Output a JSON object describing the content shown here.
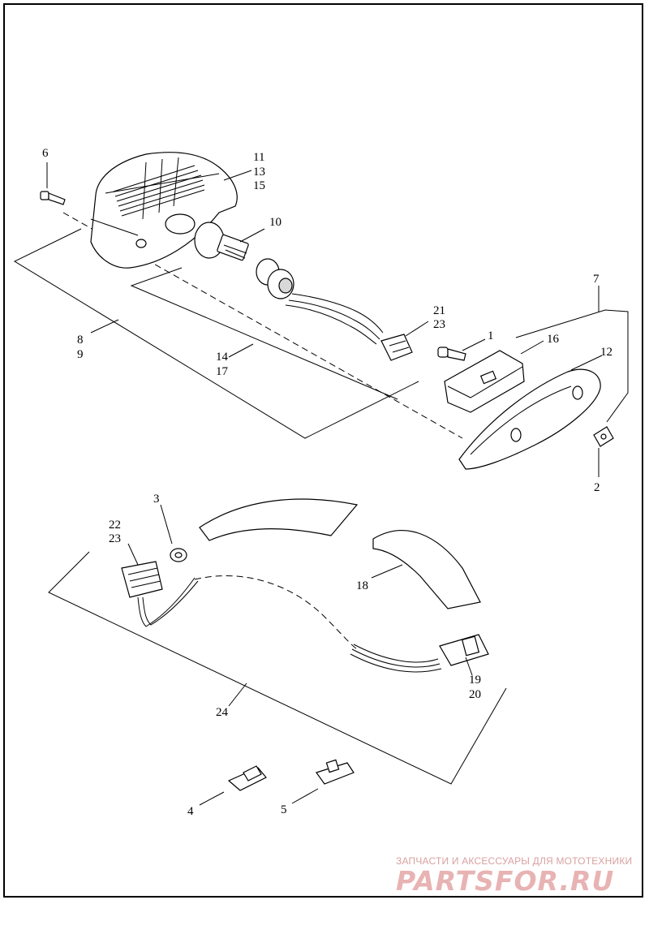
{
  "callouts": {
    "c1": "1",
    "c2": "2",
    "c3": "3",
    "c4": "4",
    "c5": "5",
    "c6": "6",
    "c7": "7",
    "c8": "8",
    "c9": "9",
    "c10": "10",
    "c11": "11",
    "c12": "12",
    "c13": "13",
    "c14": "14",
    "c15": "15",
    "c16": "16",
    "c17": "17",
    "c18": "18",
    "c19": "19",
    "c20": "20",
    "c21": "21",
    "c22": "22",
    "c23a": "23",
    "c23b": "23",
    "c24": "24"
  },
  "watermark": {
    "tagline": "ЗАПЧАСТИ И АКСЕССУАРЫ ДЛЯ МОТОТЕХНИКИ",
    "logo": "PARTSFOR.RU"
  }
}
